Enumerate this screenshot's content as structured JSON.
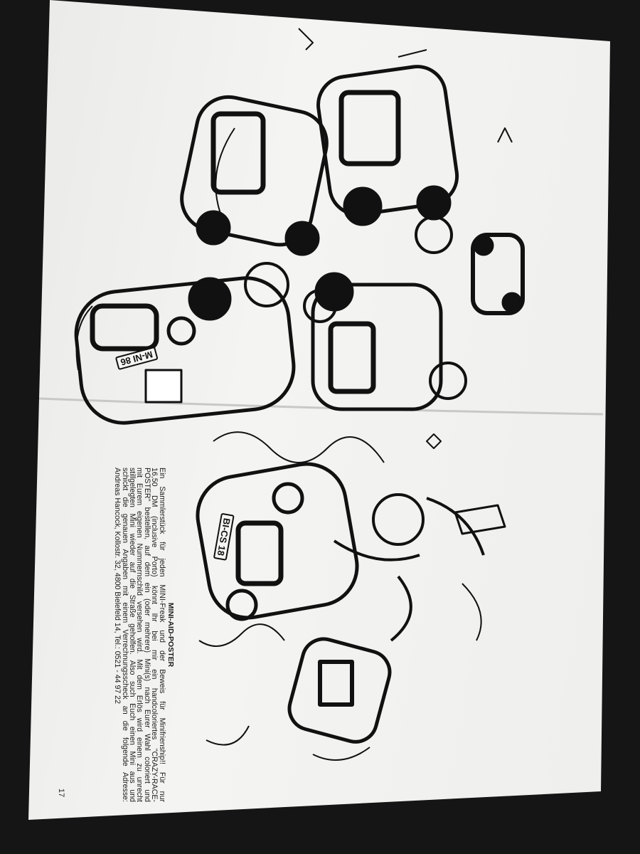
{
  "article": {
    "title": "MINI-AID-POSTER",
    "lines": [
      "Ein Sammlerstück für jeden MINI-Freak und der Beweis für Minifrienship!! Für nur",
      "16,50 DM (inclusive Porto) könnt Ihr bei mir ein handcoloriertes \"CRAZY-RACE-",
      "POSTER\" bestellen, auf dem ein (oder mehrere) Mini(s) nach Eurer Wahl coloriert und",
      "mit Eurem eigenen Nummernschild versehen wird. Mit dem Erlös wird einem zu unrecht",
      "stillgelegten Mini wieder auf die Straße geholfen. Also such Euch einen Mini aus und",
      "schickt die genauen Angaben mit einem Verrechnungsscheck an die folgende Adresse:",
      "Andreas Hancock, Kollostr. 32, 4800 Bielefeld 14, Tel.: 0521 - 44 97 22"
    ]
  },
  "page_number": "17",
  "illustration": {
    "plates": [
      "M-NI 86",
      "BI-CS 18"
    ]
  }
}
